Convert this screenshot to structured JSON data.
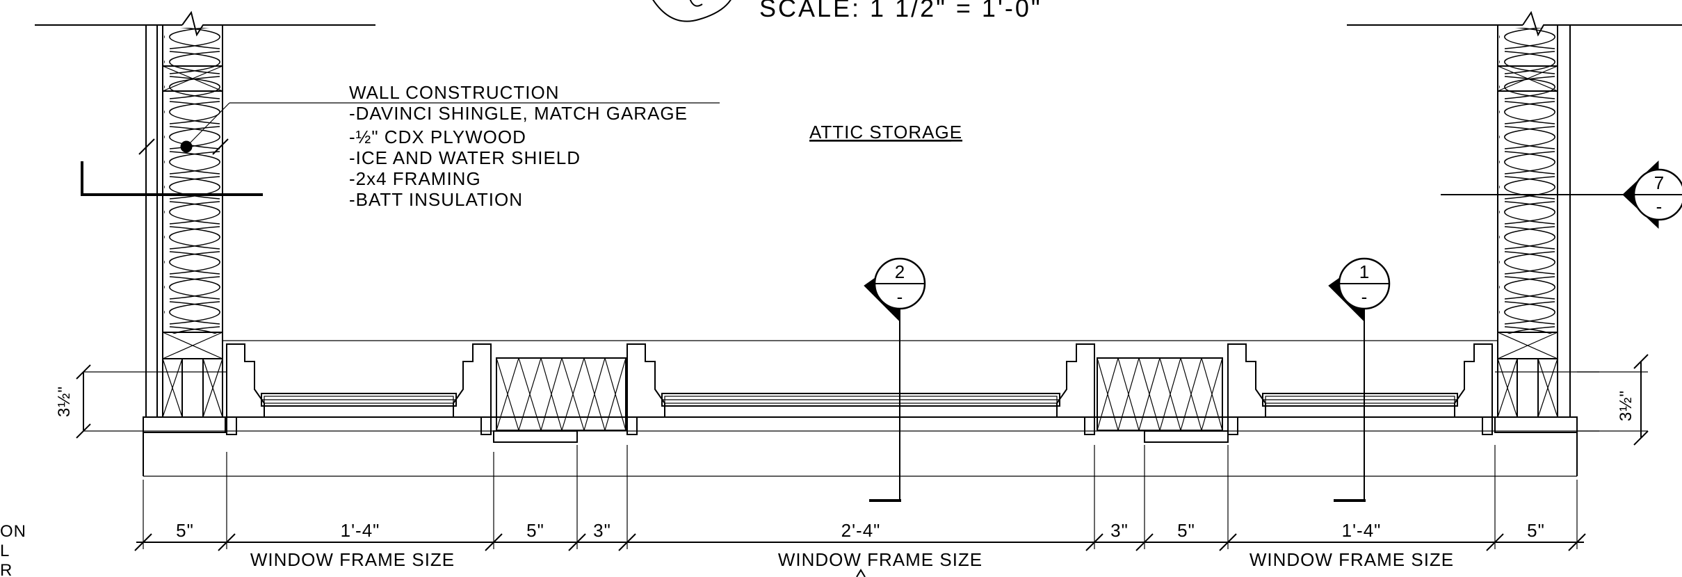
{
  "header": {
    "scale_note": "SCALE: 1 1/2\" = 1'-0\""
  },
  "room_label": "ATTIC STORAGE",
  "wall_construction": {
    "title": "WALL CONSTRUCTION",
    "items": [
      "-DAVINCI SHINGLE, MATCH GARAGE",
      "-½\" CDX PLYWOOD",
      "-ICE AND WATER SHIELD",
      "-2x4 FRAMING",
      "-BATT INSULATION"
    ]
  },
  "section_markers": [
    {
      "number": "2",
      "sheet": "-"
    },
    {
      "number": "1",
      "sheet": "-"
    },
    {
      "number": "7",
      "sheet": "-"
    }
  ],
  "side_dimensions": {
    "left": "3½\"",
    "right": "3½\""
  },
  "dimensions": [
    {
      "text": "5\""
    },
    {
      "text": "1'-4\""
    },
    {
      "text": "5\""
    },
    {
      "text": "3\""
    },
    {
      "text": "2'-4\""
    },
    {
      "text": "3\""
    },
    {
      "text": "5\""
    },
    {
      "text": "1'-4\""
    },
    {
      "text": "5\""
    }
  ],
  "frame_labels": [
    "WINDOW FRAME SIZE",
    "WINDOW FRAME SIZE",
    "WINDOW FRAME SIZE"
  ],
  "edge_fragments": [
    "ON",
    "L",
    "R"
  ]
}
